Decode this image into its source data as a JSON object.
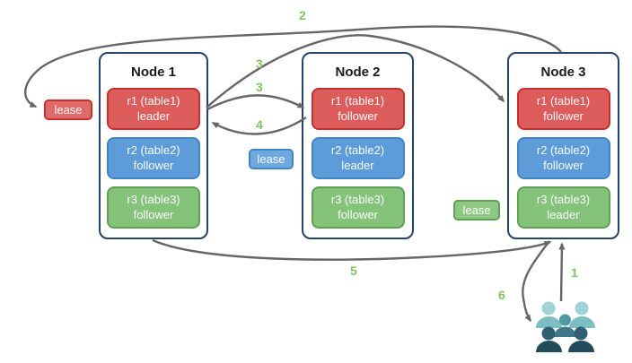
{
  "diagram_title": "",
  "nodes": [
    {
      "title": "Node 1",
      "replicas": [
        {
          "name": "r1 (table1)",
          "role": "leader",
          "color": "red"
        },
        {
          "name": "r2 (table2)",
          "role": "follower",
          "color": "blue"
        },
        {
          "name": "r3 (table3)",
          "role": "follower",
          "color": "green"
        }
      ]
    },
    {
      "title": "Node 2",
      "replicas": [
        {
          "name": "r1 (table1)",
          "role": "follower",
          "color": "red"
        },
        {
          "name": "r2 (table2)",
          "role": "leader",
          "color": "blue"
        },
        {
          "name": "r3 (table3)",
          "role": "follower",
          "color": "green"
        }
      ]
    },
    {
      "title": "Node 3",
      "replicas": [
        {
          "name": "r1 (table1)",
          "role": "follower",
          "color": "red"
        },
        {
          "name": "r2 (table2)",
          "role": "follower",
          "color": "blue"
        },
        {
          "name": "r3 (table3)",
          "role": "leader",
          "color": "green"
        }
      ]
    }
  ],
  "leases": [
    {
      "label": "lease",
      "color": "red"
    },
    {
      "label": "lease",
      "color": "blue"
    },
    {
      "label": "lease",
      "color": "green"
    }
  ],
  "arrow_labels": {
    "a1": "1",
    "a2": "2",
    "a3a": "3",
    "a3b": "3",
    "a4": "4",
    "a5": "5",
    "a6": "6"
  },
  "icons": {
    "users": "users-icon"
  },
  "colors": {
    "replica_red": "#DC5C5C",
    "replica_red_border": "#C5302E",
    "replica_blue": "#5D9CD9",
    "replica_blue_border": "#4285C7",
    "replica_green": "#85C37B",
    "replica_green_border": "#5FA054",
    "node_border": "#24436C",
    "arrow_gray": "#666666",
    "label_green": "#82C366",
    "users_light": "#9FD3D6",
    "users_mid": "#4F99A2",
    "users_dark": "#2F6173"
  }
}
